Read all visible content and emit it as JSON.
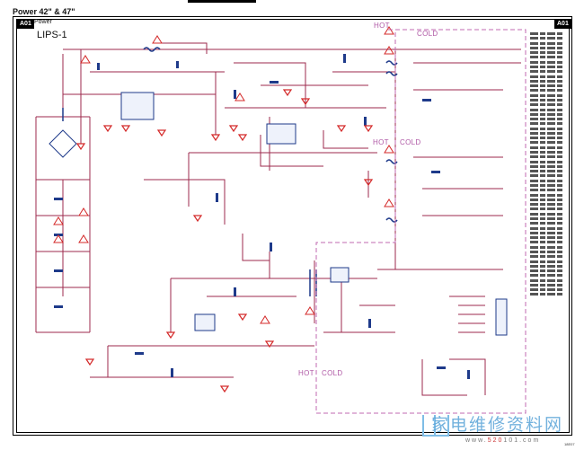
{
  "document": {
    "title": "Power 42\" & 47\"",
    "sheet_tag": "A01",
    "sheet_label": "Power",
    "board_name": "LIPS-1",
    "right_sheet_tag": "A01",
    "page_ref": "18E07"
  },
  "zones": {
    "top_hot": "HOT",
    "top_cold": "COLD",
    "mid_hot": "HOT",
    "mid_cold": "COLD",
    "bottom_hot": "HOT",
    "bottom_cold": "COLD"
  },
  "colors": {
    "wire": "#9c2a4c",
    "ground": "#d42a2a",
    "component": "#1e3a8a",
    "isolation_boundary": "#c06ab2",
    "frame": "#000000"
  },
  "watermark": {
    "text": "家电维修资料网",
    "url_prefix": "www.",
    "url_highlight": "520",
    "url_suffix": "101.com"
  },
  "netlist_rows": 56
}
